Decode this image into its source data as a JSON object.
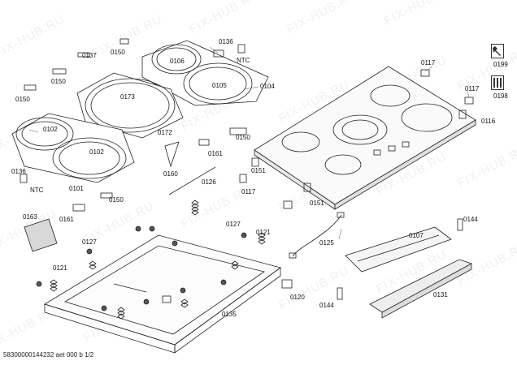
{
  "watermark": "FIX-HUB.RU",
  "footer": "58300000144232 aet 000 b 1/2",
  "part_labels": {
    "p0150a": "0150",
    "p0137": "0137",
    "p0150b": "0150",
    "p0150c": "0150",
    "p0106": "0106",
    "p0136a": "0136",
    "ntc_a": "NTC",
    "p0105": "0105",
    "p0104": "0104",
    "p0173": "0173",
    "p0102a": "0102",
    "p0102b": "0102",
    "p0172": "0172",
    "p0136b": "0136",
    "ntc_b": "NTC",
    "p0101": "0101",
    "p0150d": "0150",
    "p0161a": "0161",
    "p0160": "0160",
    "p0126": "0126",
    "p0150e": "0150",
    "p0151a": "0151",
    "p0117a": "0117",
    "p0117b": "0117",
    "p0117c": "0117",
    "p0116": "0116",
    "p0151b": "0151",
    "p0199": "0199",
    "p0198": "0198",
    "p0163": "0163",
    "p0161b": "0161",
    "p0127a": "0127",
    "p0127b": "0127",
    "p0121a": "0121",
    "p0121b": "0121",
    "p0125": "0125",
    "p0107": "0107",
    "p0144a": "0144",
    "p0144b": "0144",
    "p0131": "0131",
    "p0120": "0120",
    "p0135": "0135"
  },
  "icons": {
    "wrench_ref": "wrench-icon",
    "tools_ref": "tool-set-icon"
  }
}
